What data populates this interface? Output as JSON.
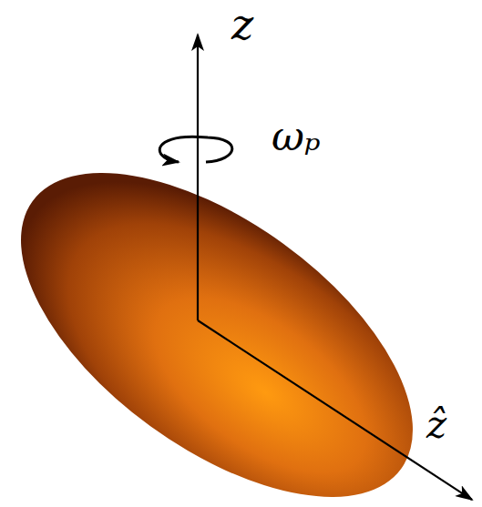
{
  "diagram": {
    "labels": [
      "z",
      "ωₚ",
      "ẑ"
    ]
  }
}
